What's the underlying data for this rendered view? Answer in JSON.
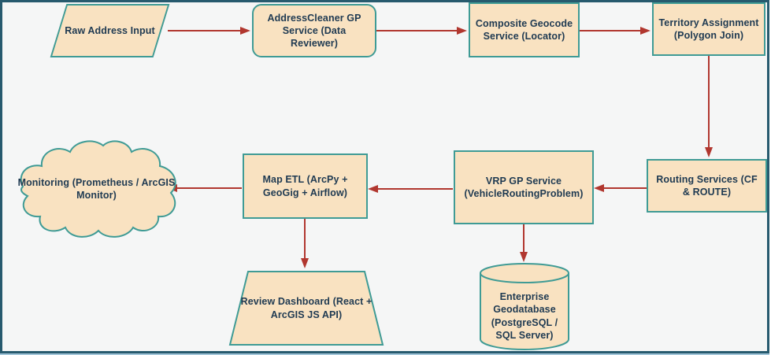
{
  "diagram": {
    "type": "flowchart",
    "colors": {
      "node_fill": "#F9E2C1",
      "node_border": "#3F9B95",
      "text": "#1F3A52",
      "arrow": "#B1372F",
      "frame_border": "#275A6E",
      "background": "#F5F6F6"
    },
    "nodes": {
      "raw_input": {
        "label": "Raw Address Input",
        "shape": "parallelogram"
      },
      "address_cleaner": {
        "label": "AddressCleaner GP Service (Data Reviewer)",
        "shape": "rounded-rect"
      },
      "composite_geocode": {
        "label": "Composite Geocode Service (Locator)",
        "shape": "rect"
      },
      "territory_assignment": {
        "label": "Territory Assignment (Polygon Join)",
        "shape": "rect"
      },
      "routing_services": {
        "label": "Routing Services (CF & ROUTE)",
        "shape": "rect"
      },
      "vrp_service": {
        "label": "VRP GP Service (VehicleRoutingProblem)",
        "shape": "rect"
      },
      "map_etl": {
        "label": "Map ETL (ArcPy + GeoGig + Airflow)",
        "shape": "rect"
      },
      "monitoring": {
        "label": "Monitoring (Prometheus / ArcGIS Monitor)",
        "shape": "cloud"
      },
      "review_dashboard": {
        "label": "Review Dashboard (React + ArcGIS JS API)",
        "shape": "trapezoid"
      },
      "enterprise_gdb": {
        "label": "Enterprise Geodatabase (PostgreSQL / SQL Server)",
        "shape": "cylinder"
      }
    },
    "edges": [
      {
        "from": "raw_input",
        "to": "address_cleaner"
      },
      {
        "from": "address_cleaner",
        "to": "composite_geocode"
      },
      {
        "from": "composite_geocode",
        "to": "territory_assignment"
      },
      {
        "from": "territory_assignment",
        "to": "routing_services"
      },
      {
        "from": "routing_services",
        "to": "vrp_service"
      },
      {
        "from": "vrp_service",
        "to": "map_etl"
      },
      {
        "from": "map_etl",
        "to": "monitoring"
      },
      {
        "from": "map_etl",
        "to": "review_dashboard"
      },
      {
        "from": "vrp_service",
        "to": "enterprise_gdb"
      }
    ]
  }
}
